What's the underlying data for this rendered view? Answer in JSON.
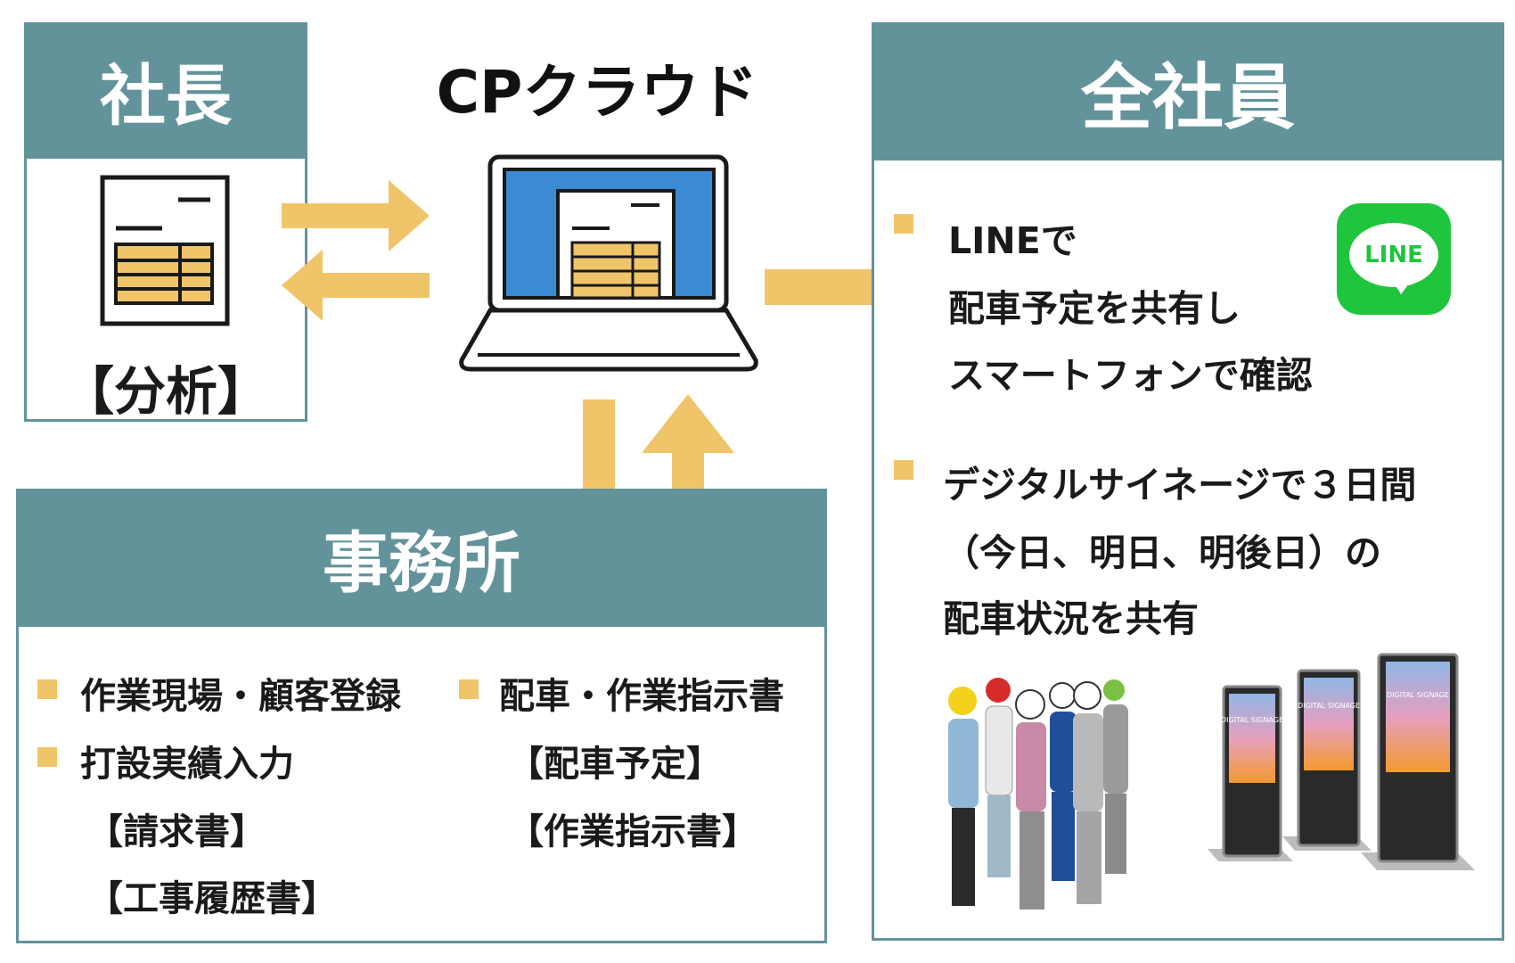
{
  "president": {
    "title": "社長",
    "analysis_label": "【分析】"
  },
  "cloud": {
    "title": "CPクラウド"
  },
  "office": {
    "title": "事務所",
    "left_items": [
      {
        "text": "作業現場・顧客登録"
      },
      {
        "text": "打設実績入力",
        "subs": [
          "【請求書】",
          "【工事履歴書】"
        ]
      }
    ],
    "right_items": [
      {
        "text": "配車・作業指示書",
        "subs": [
          "【配車予定】",
          "【作業指示書】"
        ]
      }
    ]
  },
  "staff": {
    "title": "全社員",
    "item1_lines": [
      "LINEで",
      "配車予定を共有し",
      "スマートフォンで確認"
    ],
    "item2_lines": [
      "デジタルサイネージで３日間",
      "（今日、明日、明後日）の",
      "配車状況を共有"
    ],
    "line_logo_text": "LINE",
    "signage_text": "DIGITAL SIGNAGE"
  },
  "colors": {
    "panel_teal": "#62939b",
    "arrow_yellow": "#f0c56a",
    "screen_blue": "#3b8bd2",
    "line_green": "#1fc53d"
  },
  "icons": [
    "spreadsheet-icon",
    "laptop-icon",
    "line-app-icon",
    "workers-illustration",
    "digital-signage-illustration"
  ]
}
